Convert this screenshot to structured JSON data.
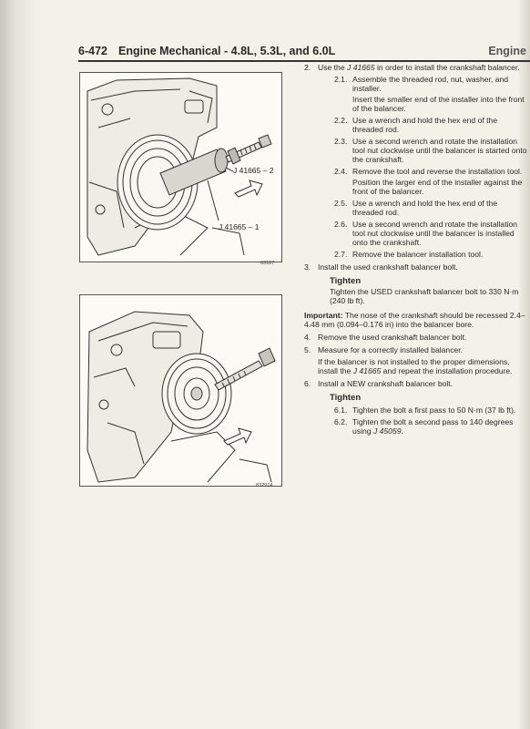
{
  "header": {
    "page_number": "6-472",
    "title": "Engine Mechanical - 4.8L, 5.3L, and 6.0L",
    "right_running_head": "Engine"
  },
  "figures": [
    {
      "id_number": "63187",
      "callouts": [
        "J 41665 – 2",
        "J 41665 – 1"
      ]
    },
    {
      "id_number": "832974",
      "callouts": []
    }
  ],
  "steps": [
    {
      "num": "2.",
      "text_before": "Use the ",
      "tool": "J 41665",
      "text_after": " in order to install the crankshaft balancer.",
      "substeps": [
        {
          "num": "2.1.",
          "text": "Assemble the threaded rod, nut, washer, and installer.",
          "note": "Insert the smaller end of the installer into the front of the balancer."
        },
        {
          "num": "2.2.",
          "text": "Use a wrench and hold the hex end of the threaded rod.",
          "note": ""
        },
        {
          "num": "2.3.",
          "text": "Use a second wrench and rotate the installation tool nut clockwise until the balancer is started onto the crankshaft.",
          "note": ""
        },
        {
          "num": "2.4.",
          "text": "Remove the tool and reverse the installation tool.",
          "note": "Position the larger end of the installer against the front of the balancer."
        },
        {
          "num": "2.5.",
          "text": "Use a wrench and hold the hex end of the threaded rod.",
          "note": ""
        },
        {
          "num": "2.6.",
          "text": "Use a second wrench and rotate the installation tool nut clockwise until the balancer is installed onto the crankshaft.",
          "note": ""
        },
        {
          "num": "2.7.",
          "text": "Remove the balancer installation tool.",
          "note": ""
        }
      ]
    },
    {
      "num": "3.",
      "text": "Install the used crankshaft balancer bolt.",
      "tighten_heading": "Tighten",
      "tighten_text": "Tighten the USED crankshaft balancer bolt to 330 N·m (240 lb ft)."
    }
  ],
  "important": {
    "label": "Important:",
    "text": " The nose of the crankshaft should be recessed 2.4–4.48 mm (0.094–0.176 in) into the balancer bore."
  },
  "steps_after": [
    {
      "num": "4.",
      "text": "Remove the used crankshaft balancer bolt."
    },
    {
      "num": "5.",
      "text": "Measure for a correctly installed balancer.",
      "note_before": "If the balancer is not installed to the proper dimensions, install the ",
      "note_tool": "J 41665",
      "note_after": " and repeat the installation procedure."
    },
    {
      "num": "6.",
      "text": "Install a NEW crankshaft balancer bolt."
    }
  ],
  "final_tighten": {
    "heading": "Tighten",
    "substeps": [
      {
        "num": "6.1.",
        "text": "Tighten the bolt a first pass to 50 N·m (37 lb ft)."
      },
      {
        "num": "6.2.",
        "text_before": "Tighten the bolt a second pass to 140 degrees using ",
        "tool": "J 45059",
        "text_after": "."
      }
    ]
  }
}
